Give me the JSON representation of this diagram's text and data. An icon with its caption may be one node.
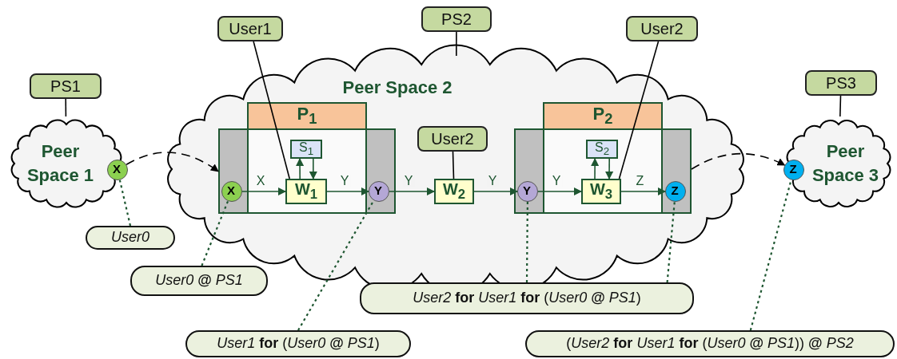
{
  "diagram": {
    "nodes": [
      {
        "text": [
          "PS1"
        ]
      },
      {
        "text": [
          "Peer Space 1"
        ]
      },
      {
        "text": [
          "X"
        ]
      },
      {
        "text": [
          "User0"
        ]
      },
      {
        "text": [
          "PS2"
        ]
      },
      {
        "text": [
          "User1"
        ]
      },
      {
        "text": [
          "Peer Space 2"
        ]
      },
      {
        "text": [
          "P$_{1}$"
        ],
        "in": 6
      },
      {
        "text": [
          "X"
        ],
        "in": 7
      },
      {
        "text": [
          "S$_{1}$"
        ],
        "in": 7
      },
      {
        "text": [
          "W$_{1}$"
        ],
        "in": 7
      },
      {
        "text": [
          "Y"
        ],
        "in": 7
      },
      {
        "text": [
          "User2"
        ],
        "in": 6
      },
      {
        "text": [
          "W$_{2}$"
        ],
        "in": 6
      },
      {
        "text": [
          "P$_{2}$"
        ],
        "in": 6
      },
      {
        "text": [
          "Y"
        ],
        "in": 14
      },
      {
        "text": [
          "S$_{2}$"
        ],
        "in": 14
      },
      {
        "text": [
          "W$_{3}$"
        ],
        "in": 14
      },
      {
        "text": [
          "Z"
        ],
        "in": 14
      },
      {
        "text": [
          "User2"
        ]
      },
      {
        "text": [
          "PS3"
        ]
      },
      {
        "text": [
          "Peer Space 3"
        ]
      },
      {
        "text": [
          "Z"
        ]
      },
      {
        "text": [
          "*User0* **@** *PS1*"
        ]
      },
      {
        "text": [
          "*User2* **for** *User1* **for** (*User0* **@** *PS1*)"
        ]
      },
      {
        "text": [
          "*User1* **for** (*User0* **@** *PS1*)"
        ]
      },
      {
        "text": [
          "(*User2* **for** *User1* **for** (*User0* **@** *PS1*)) **@** *PS2*"
        ]
      }
    ],
    "edges": [
      {
        "from": 0,
        "to": 1,
        "arrow": "none",
        "color": "#000000"
      },
      {
        "from": 4,
        "to": 6,
        "arrow": "none",
        "color": "#000000"
      },
      {
        "from": 20,
        "to": 21,
        "arrow": "none",
        "color": "#000000"
      },
      {
        "from": 5,
        "to": 10,
        "arrow": "none",
        "color": "#000000"
      },
      {
        "from": 12,
        "to": 13,
        "arrow": "none",
        "color": "#000000"
      },
      {
        "from": 19,
        "to": 17,
        "arrow": "none",
        "color": "#000000"
      },
      {
        "from": 2,
        "to": 7,
        "arrow": "to",
        "style": "dashed",
        "color": "#000000"
      },
      {
        "from": 14,
        "to": 22,
        "arrow": "to",
        "style": "dashed",
        "color": "#000000"
      },
      {
        "from": 8,
        "to": 10,
        "arrow": "to",
        "label": "X"
      },
      {
        "from": 10,
        "to": 11,
        "arrow": "to",
        "label": "Y"
      },
      {
        "from": 11,
        "to": 13,
        "arrow": "to",
        "label": "Y"
      },
      {
        "from": 13,
        "to": 15,
        "arrow": "to",
        "label": "Y"
      },
      {
        "from": 15,
        "to": 17,
        "arrow": "to",
        "label": "Y"
      },
      {
        "from": 17,
        "to": 18,
        "arrow": "to",
        "label": "Z"
      },
      {
        "from": 10,
        "to": 9,
        "arrow": "to"
      },
      {
        "from": 9,
        "to": 10,
        "arrow": "to"
      },
      {
        "from": 17,
        "to": 16,
        "arrow": "to"
      },
      {
        "from": 16,
        "to": 17,
        "arrow": "to"
      },
      {
        "from": 3,
        "to": 2,
        "arrow": "none",
        "style": "dashed"
      },
      {
        "from": 23,
        "to": 8,
        "arrow": "none",
        "style": "dashed"
      },
      {
        "from": 25,
        "to": 11,
        "arrow": "none",
        "style": "dashed"
      },
      {
        "from": 24,
        "to": 15,
        "arrow": "none",
        "style": "dashed"
      },
      {
        "from": 24,
        "to": 18,
        "arrow": "none",
        "style": "dashed"
      },
      {
        "from": 26,
        "to": 22,
        "arrow": "none",
        "style": "dashed"
      }
    ]
  }
}
